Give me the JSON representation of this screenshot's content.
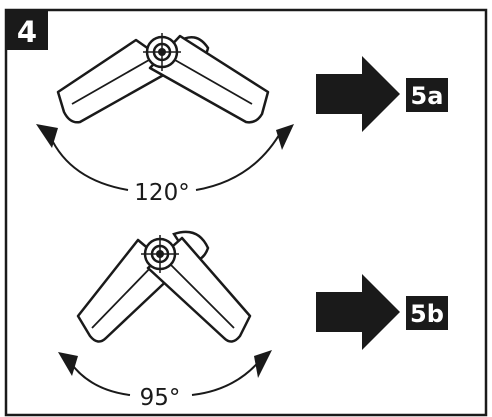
{
  "step": {
    "number": "4"
  },
  "options": [
    {
      "angle_label": "120°",
      "target_label": "5a"
    },
    {
      "angle_label": "95°",
      "target_label": "5b"
    }
  ],
  "colors": {
    "ink": "#1a1a1a",
    "background": "#ffffff"
  }
}
